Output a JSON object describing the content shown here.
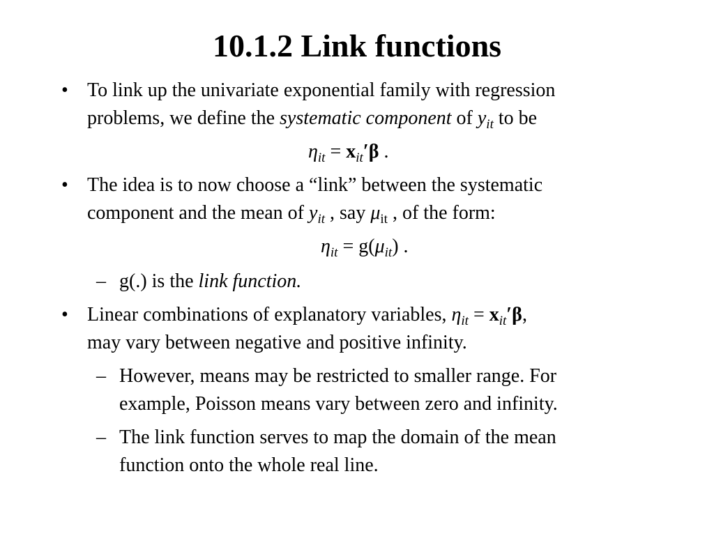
{
  "slide": {
    "title": "10.1.2 Link functions",
    "bullet_char": "•",
    "dash_char": "–",
    "b1": {
      "line1": "To link up the univariate exponential family with regression",
      "line2_pre": "problems, we define the ",
      "line2_em": "systematic component",
      "line2_mid": " of ",
      "y": "y",
      "sub_it": "it",
      "line2_post": " to be"
    },
    "eq1": {
      "eta": "η",
      "sub": "it",
      "equals": " = ",
      "x": "x",
      "xsub": "it",
      "prime": "′",
      "beta": "β",
      "end": " ."
    },
    "b2": {
      "line1": "The idea is to now choose a “link” between the systematic",
      "line2_pre": "component and the mean of ",
      "y": "y",
      "sub_it": "it",
      "line2_mid": " , say ",
      "mu": "μ",
      "mu_sub": "it",
      "line2_post": " , of the form:"
    },
    "eq2": {
      "eta": "η",
      "sub": "it",
      "equals": " = g(",
      "mu": "μ",
      "mu_sub": "it",
      "close": ")",
      "end": "  ."
    },
    "d1": {
      "pre": "g(.) is the ",
      "em": "link function."
    },
    "b3": {
      "line1_pre": "Linear combinations of explanatory variables, ",
      "eta": "η",
      "sub": "it",
      "equals": " = ",
      "x": "x",
      "xsub": "it",
      "prime": "′",
      "beta": "β",
      "comma": ",",
      "line2": "may vary between negative and positive infinity."
    },
    "d2": {
      "line1": "However, means may be restricted to smaller range. For",
      "line2": "example, Poisson means vary between zero and infinity."
    },
    "d3": {
      "line1": "The link function serves to map the domain of the mean",
      "line2": "function onto the whole real line."
    }
  }
}
